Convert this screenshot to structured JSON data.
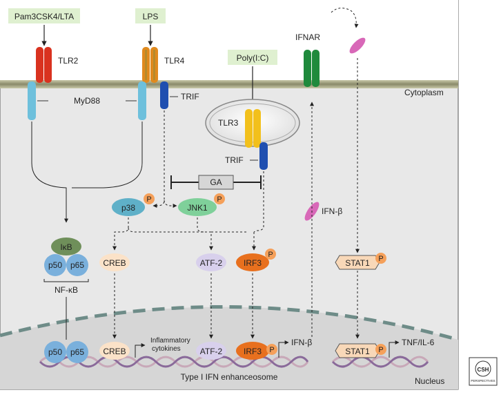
{
  "ligands": {
    "pam3csk4": "Pam3CSK4/LTA",
    "lps": "LPS",
    "polyic": "Poly(I:C)"
  },
  "receptors": {
    "tlr2": "TLR2",
    "tlr4": "TLR4",
    "tlr3": "TLR3",
    "ifnar": "IFNAR"
  },
  "adaptors": {
    "myd88": "MyD88",
    "trif_membrane": "TRIF",
    "trif_endosome": "TRIF"
  },
  "compartments": {
    "cytoplasm": "Cytoplasm",
    "nucleus": "Nucleus"
  },
  "inhibitor": "GA",
  "kinases": {
    "p38": "p38",
    "jnk1": "JNK1"
  },
  "phospho_label": "P",
  "factors": {
    "ikb": "IκB",
    "p50": "p50",
    "p65": "p65",
    "nfkb": "NF-κB",
    "creb": "CREB",
    "atf2": "ATF-2",
    "irf3": "IRF3",
    "stat1": "STAT1",
    "ifnb": "IFN-β"
  },
  "nuclear": {
    "p50": "p50",
    "p65": "p65",
    "creb": "CREB",
    "inflammatory_line1": "Inflammatory",
    "inflammatory_line2": "cytokines",
    "atf2": "ATF-2",
    "irf3": "IRF3",
    "ifnb_gene": "IFN-β",
    "stat1": "STAT1",
    "tnf_il6": "TNF/IL-6",
    "enhanceosome": "Type I IFN enhanceosome"
  },
  "logo": {
    "line1": "CSH",
    "line2": "PERSPECTIVES"
  },
  "colors": {
    "ligand_box": "#dff0d0",
    "tlr2": "#d9321f",
    "tlr4": "#e08a1e",
    "tlr3": "#f2c01c",
    "ifnar": "#1f8a3c",
    "myd88": "#6ec0dc",
    "trif": "#1f4fb0",
    "p38": "#5fb0c8",
    "jnk1": "#7fd09a",
    "phospho": "#f5a05a",
    "ikb": "#6f8f5a",
    "nfkb": "#7ab0dc",
    "creb": "#fbe2c8",
    "atf2": "#d8d0ec",
    "irf3": "#e8701e",
    "stat1": "#f8d8b8",
    "ifn_b": "#d868b8",
    "cell_bg": "#e8e8e8",
    "nucleus_bg": "#d8d8d8",
    "ga_box": "#d6d6d6"
  }
}
